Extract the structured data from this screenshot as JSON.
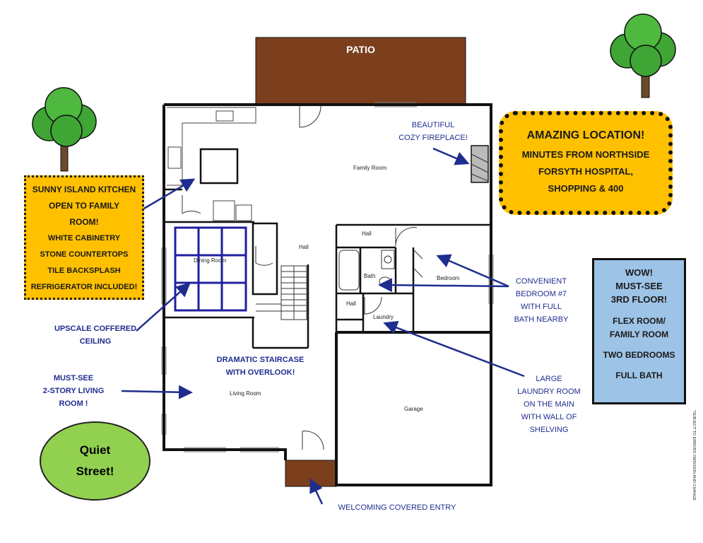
{
  "patio_label": "PATIO",
  "rooms": {
    "family_room": "Family Room",
    "dining_room": "Dining Room",
    "hall_upper": "Hall",
    "hall_center": "Hall",
    "hall_lower": "Hall",
    "bath": "Bath",
    "bedroom": "Bedroom",
    "laundry": "Laundry",
    "living_room": "Living Room",
    "garage": "Garage"
  },
  "kitchen_callout": {
    "title_lines": [
      "SUNNY ISLAND KITCHEN",
      "OPEN TO FAMILY",
      "ROOM!"
    ],
    "features": [
      "WHITE CABINETRY",
      "STONE COUNTERTOPS",
      "TILE BACKSPLASH",
      "REFRIGERATOR INCLUDED!"
    ]
  },
  "location_callout": [
    "AMAZING LOCATION!",
    "MINUTES FROM NORTHSIDE",
    "FORSYTH HOSPITAL,",
    "SHOPPING & 400"
  ],
  "third_floor_callout": [
    "WOW!",
    "MUST-SEE",
    "3RD FLOOR!",
    "FLEX ROOM/",
    "FAMILY ROOM",
    "TWO BEDROOMS",
    "FULL BATH"
  ],
  "quiet_street": [
    "Quiet",
    "Street!"
  ],
  "notes": {
    "fireplace": [
      "BEAUTIFUL",
      "COZY FIREPLACE!"
    ],
    "ceiling": [
      "UPSCALE COFFERED",
      "CEILING"
    ],
    "living": [
      "MUST-SEE",
      "2-STORY LIVING",
      "ROOM !"
    ],
    "staircase": [
      "DRAMATIC STAIRCASE",
      "WITH OVERLOOK!"
    ],
    "bedroom": [
      "CONVENIENT",
      "BEDROOM #7",
      "WITH FULL",
      "BATH NEARBY"
    ],
    "laundry": [
      "LARGE",
      "LAUNDRY ROOM",
      "ON THE MAIN",
      "WITH WALL OF",
      "SHELVING"
    ],
    "entry": [
      "WELCOMING COVERED ENTRY"
    ]
  },
  "disclaimer": "*SUBJECT TO ERRORS OMISSION AND CHANGE",
  "colors": {
    "patio": "#7b3f1e",
    "entry": "#7b3f1e",
    "callout_orange": "#ffc000",
    "callout_blue": "#9dc3e6",
    "quiet_green": "#92d050",
    "note_blue": "#1f2d8f",
    "coffered": "#1f1fa0",
    "wall": "#111111"
  },
  "icons": [
    "tree-icon"
  ]
}
